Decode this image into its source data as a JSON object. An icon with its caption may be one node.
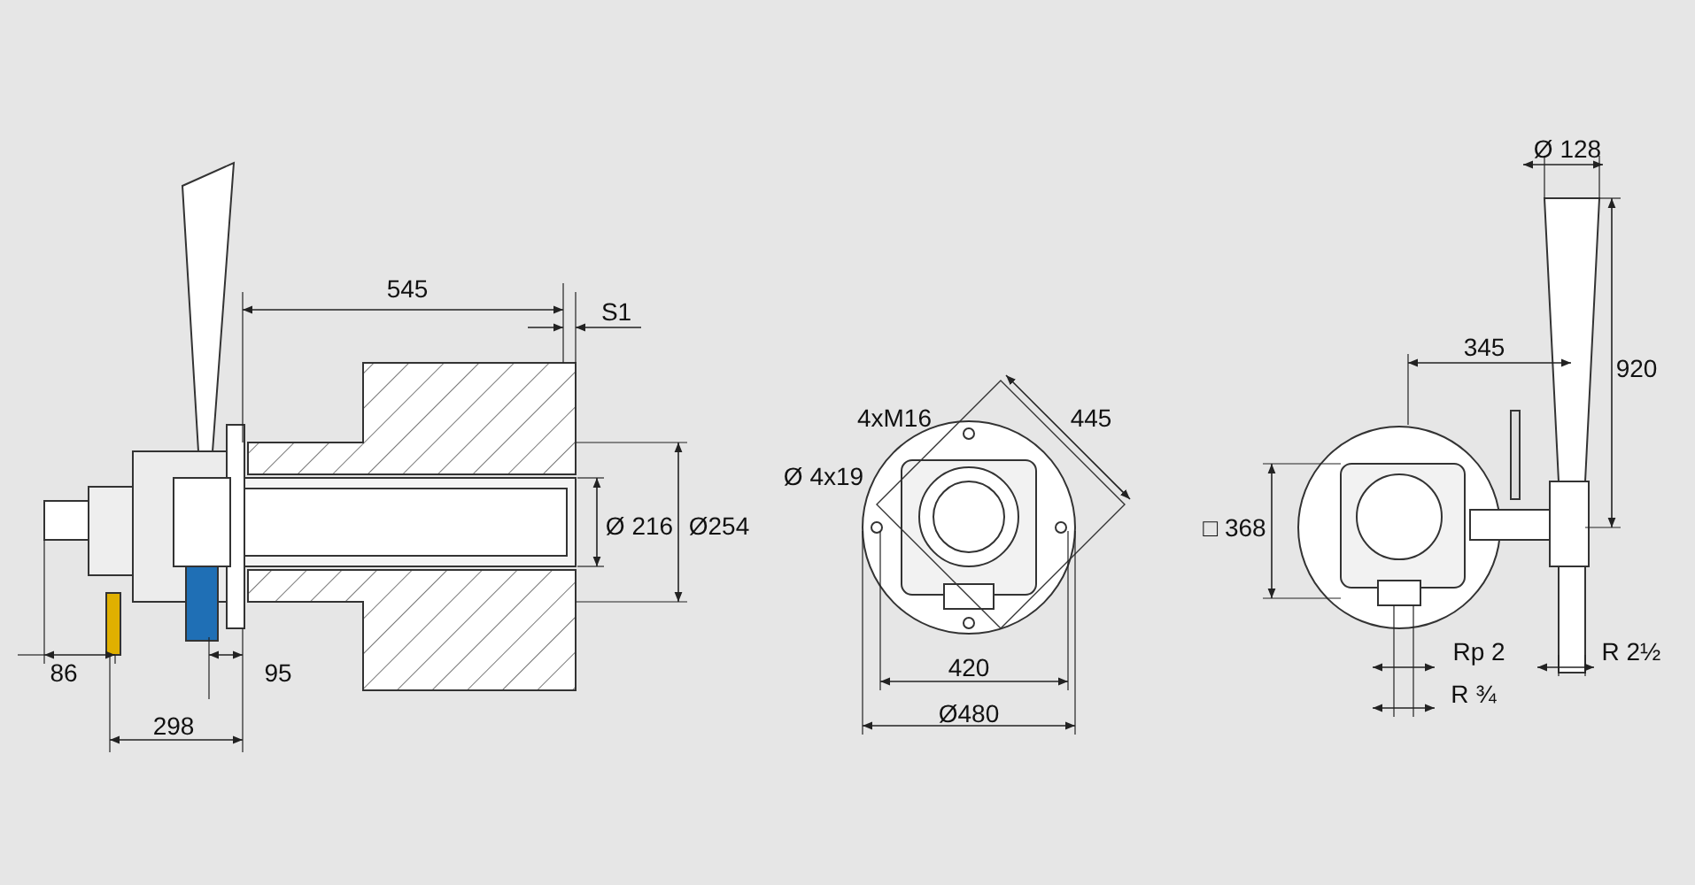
{
  "diagram": {
    "labels": [
      "545",
      "S1",
      "86",
      "95",
      "298",
      "Ø 216",
      "Ø254",
      "4xM16",
      "445",
      "Ø 4x19",
      "420",
      "Ø480",
      "Ø 128",
      "920",
      "345",
      "□ 368",
      "Rp 2",
      "R ¾",
      "R 2½"
    ]
  }
}
